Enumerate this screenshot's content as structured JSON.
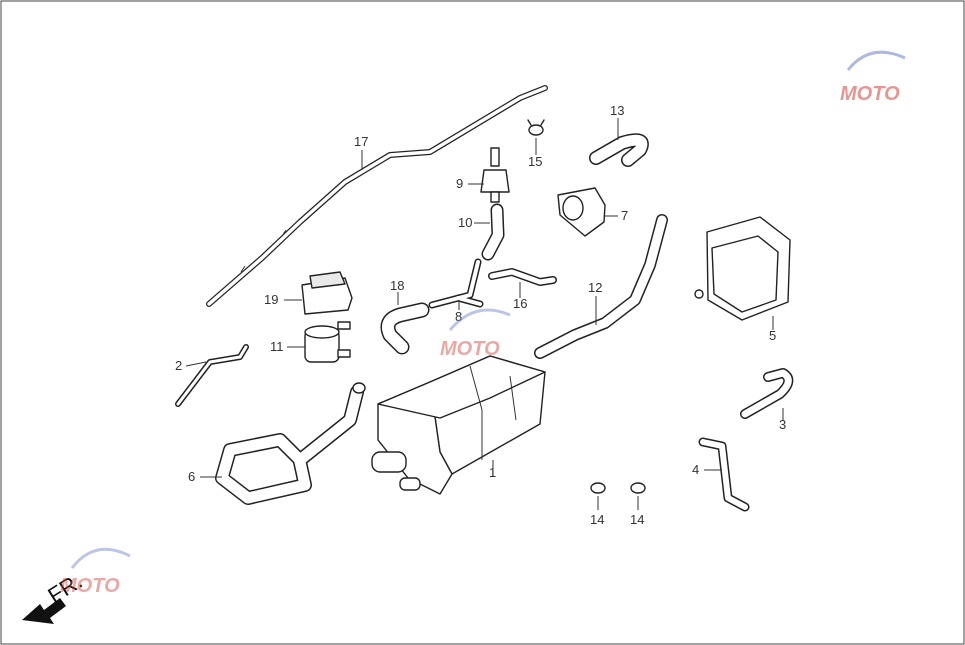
{
  "callouts": {
    "c1": "1",
    "c2": "2",
    "c3": "3",
    "c4": "4",
    "c5": "5",
    "c6": "6",
    "c7": "7",
    "c8": "8",
    "c9": "9",
    "c10": "10",
    "c11": "11",
    "c12": "12",
    "c13": "13",
    "c14a": "14",
    "c14b": "14",
    "c15": "15",
    "c16": "16",
    "c17": "17",
    "c18": "18",
    "c19": "19"
  },
  "direction_label": "FR.",
  "watermark_text": "MOTO",
  "colors": {
    "line": "#222222",
    "watermark_blue": "#6c7fc9",
    "watermark_red": "#d2403a"
  }
}
